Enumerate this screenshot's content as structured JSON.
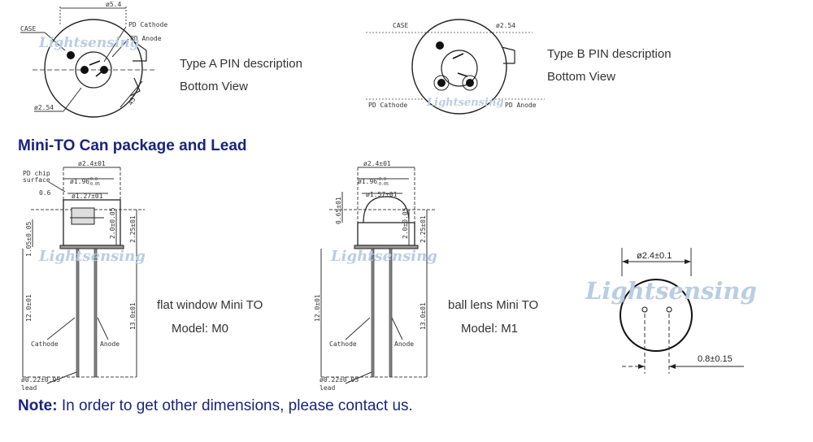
{
  "type_a": {
    "dia": "ø5.4",
    "case": "CASE",
    "pd_cathode": "PD Cathode",
    "pd_anode": "PD Anode",
    "pitch": "ø2.54",
    "angle": "45°",
    "title": "Type A   PIN description",
    "subtitle": "Bottom View"
  },
  "type_b": {
    "case": "CASE",
    "pitch": "ø2.54",
    "pd_cathode": "PD Cathode",
    "pd_anode": "PD Anode",
    "title": "Type B   PIN description",
    "subtitle": "Bottom View"
  },
  "section_title": "Mini-TO Can package and Lead",
  "m0": {
    "pd_chip": "PD chip",
    "surface": "surface",
    "d_outer": "ø2.4±01",
    "d_mid": "ø1.96",
    "d_mid_tol_up": "+0.0",
    "d_mid_tol_dn": "-0.05",
    "d_inner": "ø1.27±01",
    "offset": "0.6",
    "h_left": "1.05±0.05",
    "h_mid": "2.0±0.05",
    "h_right": "2.25±01",
    "len_left": "12.0±01",
    "len_right": "13.0±01",
    "cathode": "Cathode",
    "anode": "Anode",
    "lead_dia": "ø0.22±0.05",
    "lead": "lead",
    "caption": "flat window Mini TO",
    "model": "Model: M0"
  },
  "m1": {
    "d_outer": "ø2.4±01",
    "d_mid": "ø1.96",
    "d_mid_tol_up": "+0.0",
    "d_mid_tol_dn": "-0.05",
    "d_inner": "ø1.57±01",
    "h_left": "0.65±01",
    "h_mid": "2.0±0.05",
    "h_right": "2.25±01",
    "len_left": "12.0±01",
    "len_right": "13.0±01",
    "cathode": "Cathode",
    "anode": "Anode",
    "lead_dia": "ø0.22±0.05",
    "lead": "lead",
    "caption": "ball lens Mini TO",
    "model": "Model: M1"
  },
  "bottom_view": {
    "diameter": "ø2.4±0.1",
    "pitch": "0.8±0.15"
  },
  "watermark": "Lightsensing",
  "note": {
    "label": "Note:",
    "text": " In order to get other dimensions, please contact us."
  }
}
